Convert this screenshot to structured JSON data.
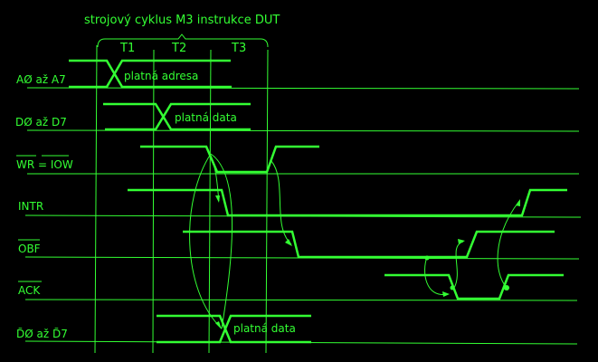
{
  "title": "strojový cyklus M3 instrukce DUT",
  "states": [
    "T1",
    "T2",
    "T3"
  ],
  "signals": [
    {
      "label": "AØ až A7",
      "note": "platná adresa"
    },
    {
      "label": "DØ až D7",
      "note": "platná data"
    },
    {
      "label": "WR = IOW",
      "note": ""
    },
    {
      "label": "INTR",
      "note": ""
    },
    {
      "label": "OBF",
      "note": ""
    },
    {
      "label": "ACK",
      "note": ""
    },
    {
      "label": "D̃Ø až D̃7",
      "note": "platná data"
    }
  ],
  "colors": {
    "trace": "#33ff33",
    "background": "#000000"
  }
}
